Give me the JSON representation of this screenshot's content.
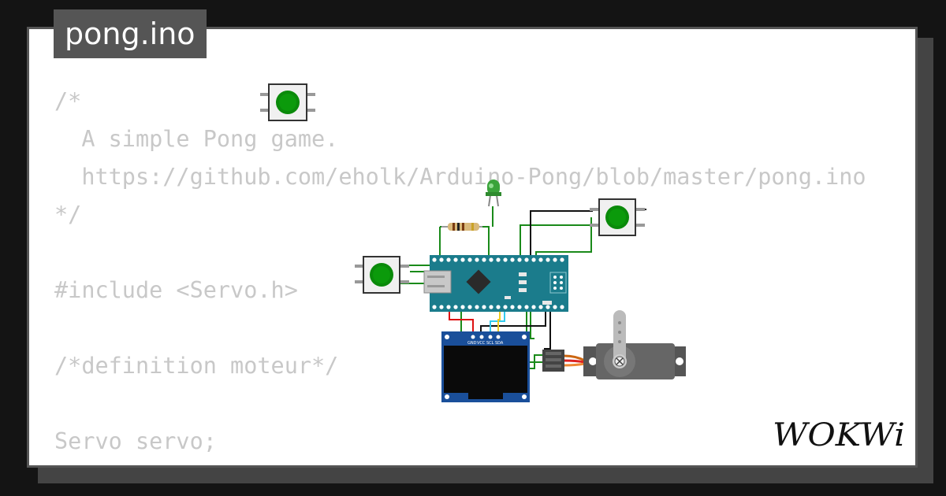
{
  "file_tab": {
    "label": "pong.ino"
  },
  "code_lines": [
    "/*",
    "  A simple Pong game.",
    "  https://github.com/eholk/Arduino-Pong/blob/master/pong.ino",
    "*/",
    "",
    "#include <Servo.h>",
    "",
    "/*definition moteur*/",
    "",
    "Servo servo;"
  ],
  "oled_pin_labels": [
    "GND",
    "VCC",
    "SCL",
    "SDA"
  ],
  "brand": {
    "logo_text": "WOKWi"
  },
  "colors": {
    "background": "#141414",
    "card": "#ffffff",
    "card_border": "#555555",
    "code_text": "#c8c8c8",
    "arduino_board": "#1b7c8c",
    "button_cap": "#0a8a0a",
    "wire_green": "#1a8a1a",
    "wire_black": "#111111",
    "wire_red": "#dd1111",
    "wire_cyan": "#33ccee",
    "wire_yellow": "#eecc22",
    "oled_board": "#1a4f9a",
    "servo_body": "#666666"
  }
}
